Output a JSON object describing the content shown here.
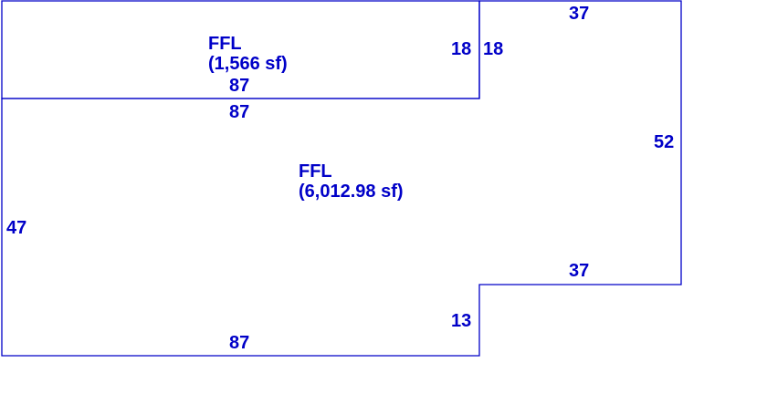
{
  "colors": {
    "line": "#0000c8",
    "text": "#0000c8",
    "background": "#ffffff"
  },
  "areas": {
    "upper": {
      "name": "FFL",
      "area": "(1,566 sf)"
    },
    "lower": {
      "name": "FFL",
      "area": "(6,012.98 sf)"
    }
  },
  "dimensions": {
    "upper_bottom": "87",
    "upper_right": "18",
    "lower_top": "87",
    "lower_notch_top": "18",
    "lower_top_right": "37",
    "lower_right": "52",
    "lower_step_top": "37",
    "lower_step_right": "13",
    "lower_bottom": "87",
    "lower_left": "47"
  }
}
